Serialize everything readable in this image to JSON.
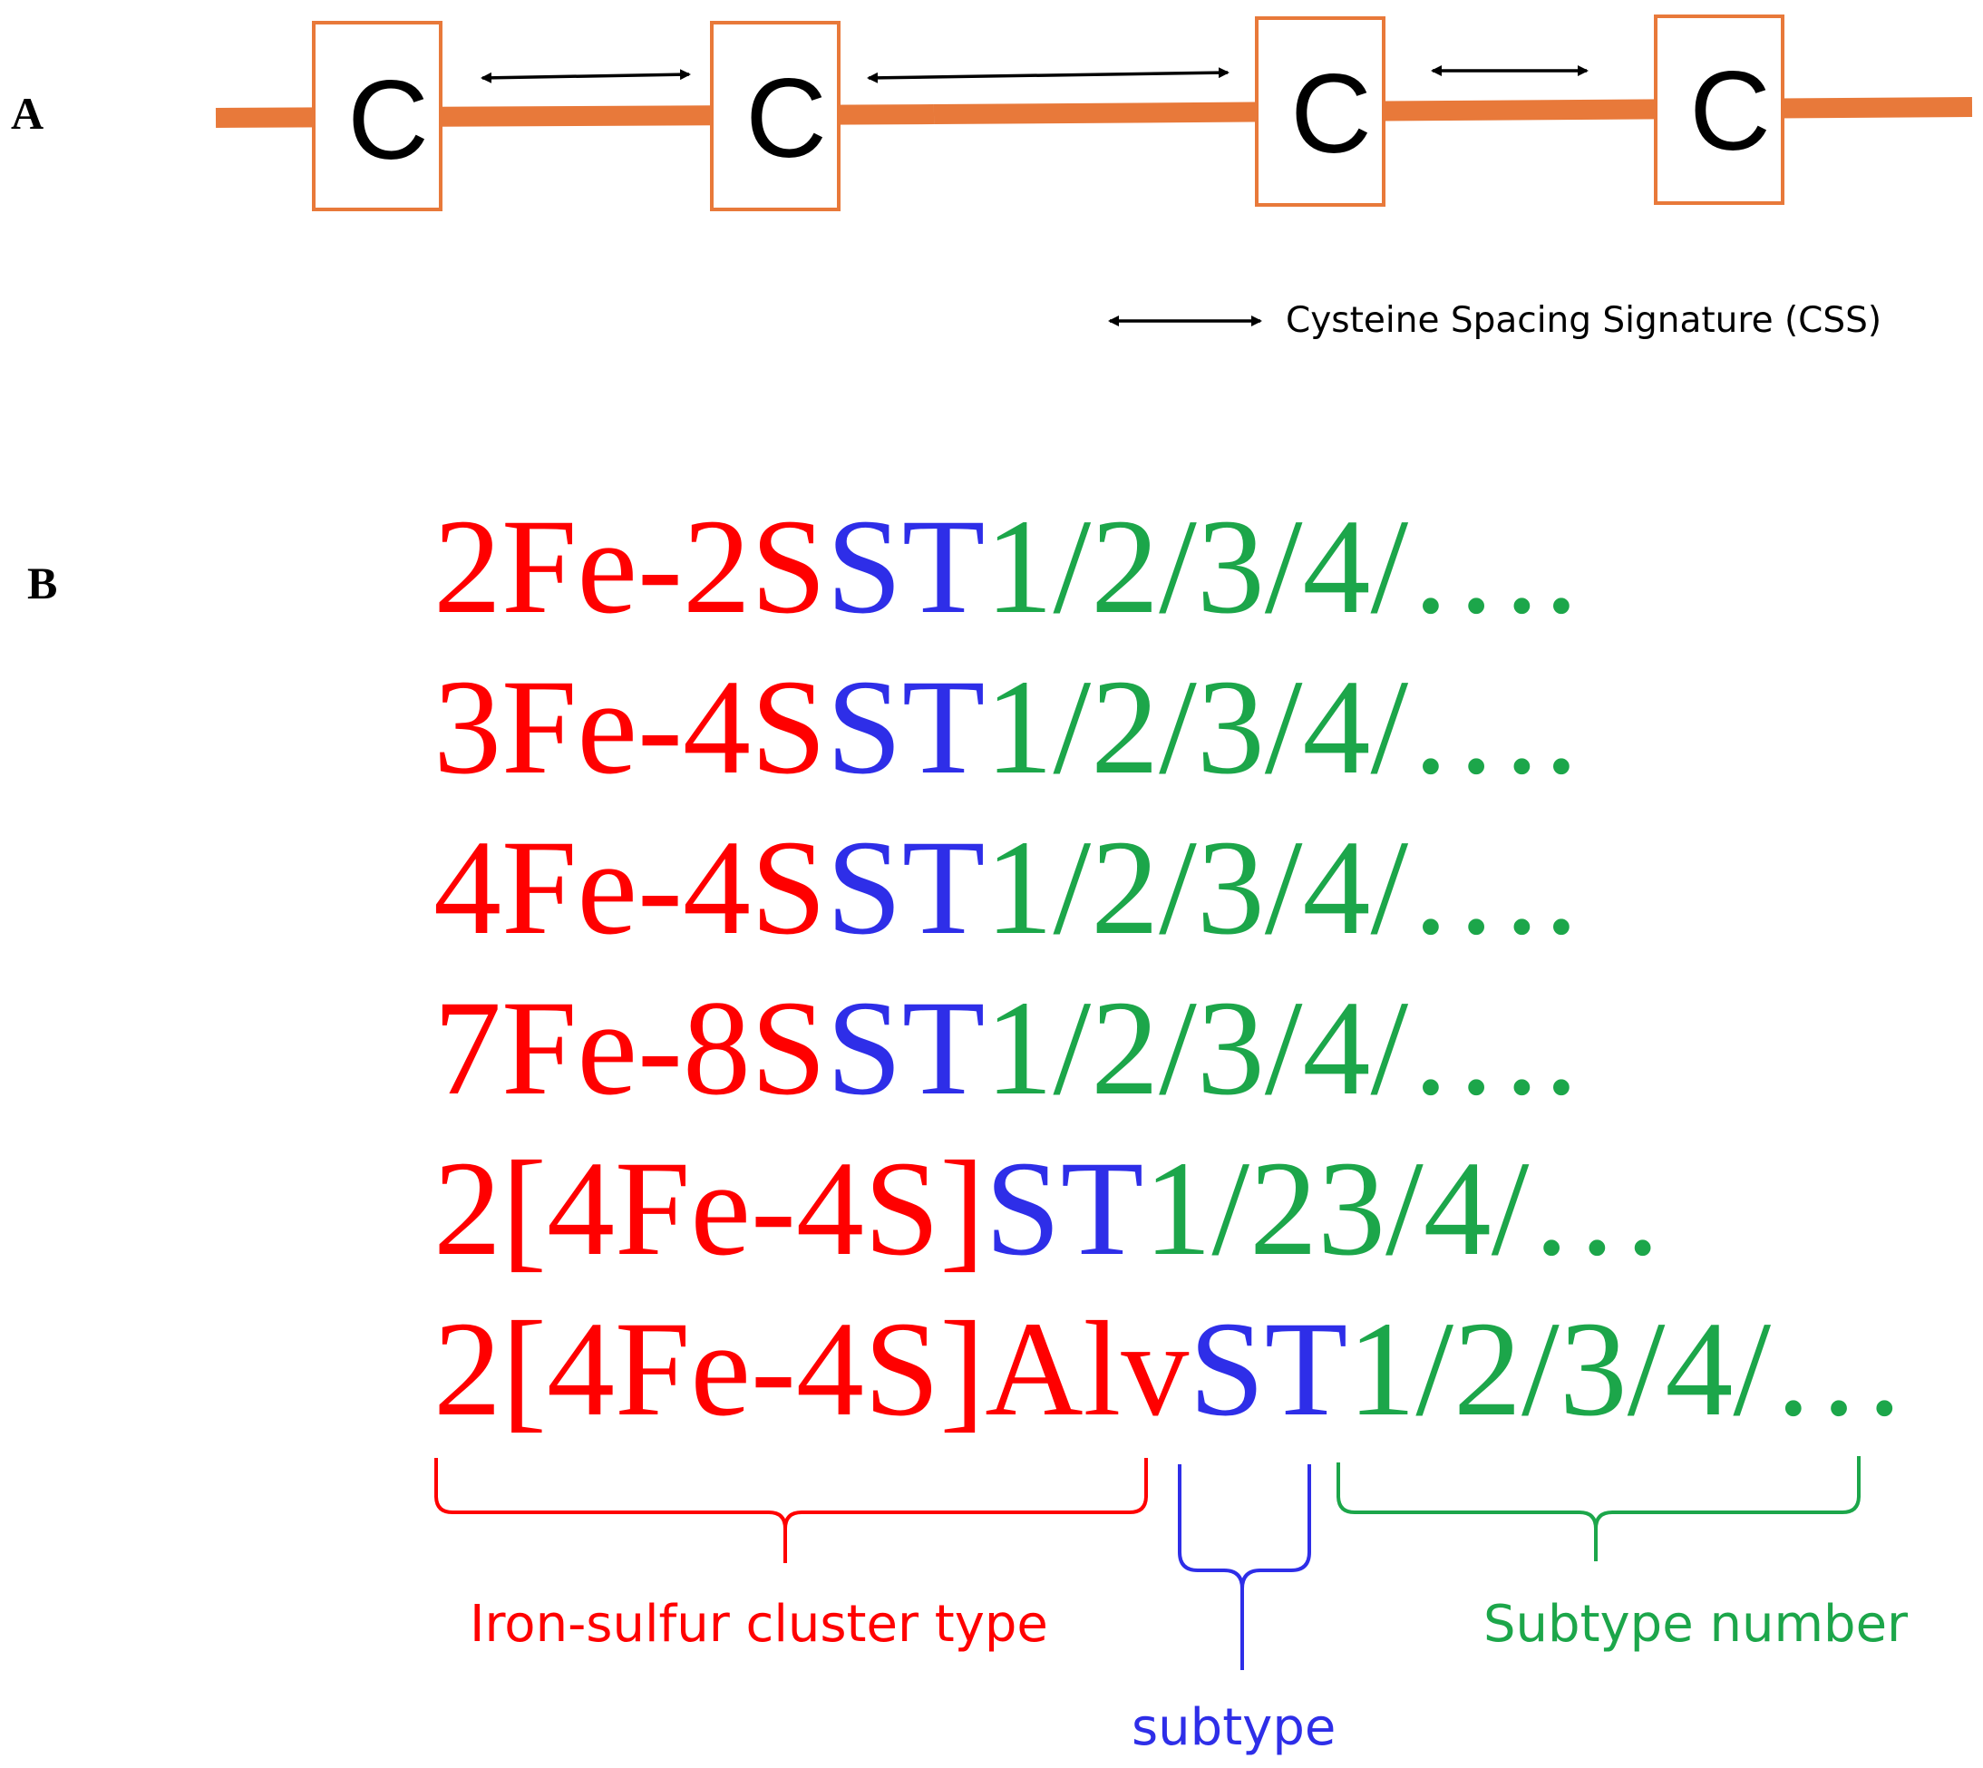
{
  "panels": {
    "a": "A",
    "b": "B"
  },
  "colors": {
    "chain": "#e8793a",
    "cluster": "#ff0000",
    "subtype": "#2e2ee8",
    "number": "#1ca64a"
  },
  "panel_a": {
    "cysteine_letter": "C",
    "cysteine_count": 4,
    "legend_text": "Cysteine Spacing Signature (CSS)"
  },
  "panel_b": {
    "rows": [
      {
        "cluster": "2Fe-2S",
        "subtype": "ST",
        "number": "1/2/3/4/…."
      },
      {
        "cluster": "3Fe-4S",
        "subtype": "ST",
        "number": "1/2/3/4/…."
      },
      {
        "cluster": "4Fe-4S",
        "subtype": "ST",
        "number": "1/2/3/4/…."
      },
      {
        "cluster": "7Fe-8S",
        "subtype": "ST",
        "number": "1/2/3/4/…."
      },
      {
        "cluster": "2[4Fe-4S]",
        "subtype": "ST",
        "number": "1/23/4/…"
      },
      {
        "cluster": "2[4Fe-4S]Alv",
        "subtype": "ST",
        "number": "1/2/3/4/…"
      }
    ],
    "labels": {
      "cluster": "Iron-sulfur cluster type",
      "subtype": "subtype",
      "number": "Subtype number"
    }
  }
}
